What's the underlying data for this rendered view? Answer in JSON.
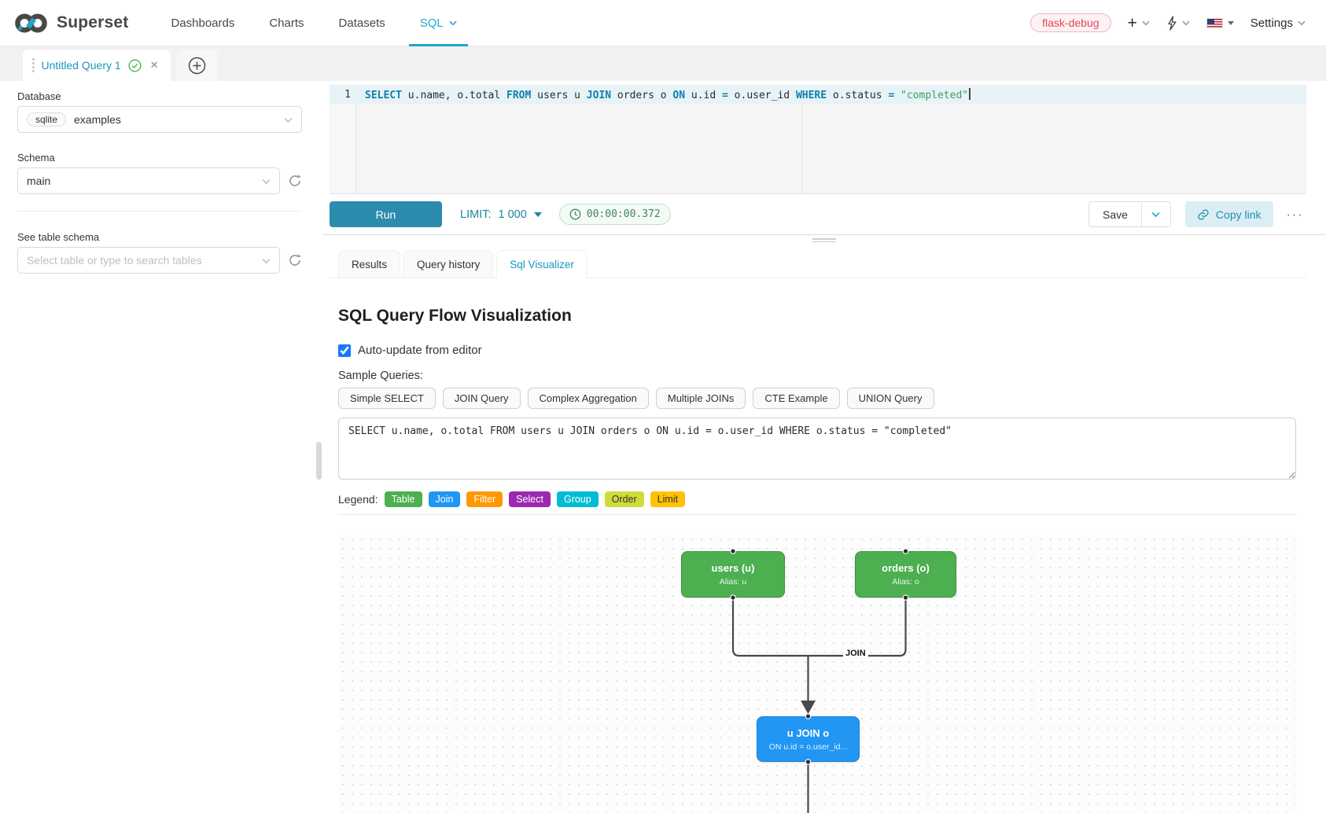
{
  "colors": {
    "accent": "#20a7c9",
    "run_button": "#2d8bad",
    "node_table": "#4caf50",
    "node_join": "#2196f3",
    "keyword": "#0e7fae",
    "string": "#3f9e5f"
  },
  "header": {
    "brand": "Superset",
    "nav_items": [
      "Dashboards",
      "Charts",
      "Datasets",
      "SQL"
    ],
    "active_nav": "SQL",
    "env_badge": "flask-debug",
    "plus_label": "+",
    "settings_label": "Settings"
  },
  "editor_tabs": {
    "active_tab": "Untitled Query 1"
  },
  "sidebar": {
    "database_label": "Database",
    "database_engine_badge": "sqlite",
    "database_value": "examples",
    "schema_label": "Schema",
    "schema_value": "main",
    "table_section_label": "See table schema",
    "table_placeholder": "Select table or type to search tables"
  },
  "sql_editor": {
    "line_number": "1",
    "tokens": [
      {
        "text": "SELECT",
        "type": "keyword"
      },
      {
        "text": " u.name, o.total ",
        "type": "plain"
      },
      {
        "text": "FROM",
        "type": "keyword"
      },
      {
        "text": " users u ",
        "type": "plain"
      },
      {
        "text": "JOIN",
        "type": "keyword"
      },
      {
        "text": " orders o ",
        "type": "plain"
      },
      {
        "text": "ON",
        "type": "keyword"
      },
      {
        "text": " u.id ",
        "type": "plain"
      },
      {
        "text": "=",
        "type": "operator"
      },
      {
        "text": " o.user_id ",
        "type": "plain"
      },
      {
        "text": "WHERE",
        "type": "keyword"
      },
      {
        "text": " o.status ",
        "type": "plain"
      },
      {
        "text": "=",
        "type": "operator"
      },
      {
        "text": " ",
        "type": "plain"
      },
      {
        "text": "\"completed\"",
        "type": "string"
      }
    ]
  },
  "toolbar": {
    "run_label": "Run",
    "limit_label": "LIMIT:",
    "limit_value": "1 000",
    "timer": "00:00:00.372",
    "save_label": "Save",
    "copy_link_label": "Copy link",
    "more_label": "···"
  },
  "result_tabs": {
    "tabs": [
      "Results",
      "Query history",
      "Sql Visualizer"
    ],
    "active": "Sql Visualizer"
  },
  "visualizer": {
    "title": "SQL Query Flow Visualization",
    "auto_update_label": "Auto-update from editor",
    "auto_update_checked": true,
    "sample_queries_label": "Sample Queries:",
    "sample_queries": [
      "Simple SELECT",
      "JOIN Query",
      "Complex Aggregation",
      "Multiple JOINs",
      "CTE Example",
      "UNION Query"
    ],
    "query_text": "SELECT u.name, o.total FROM users u JOIN orders o ON u.id = o.user_id WHERE o.status = \"completed\"",
    "legend_label": "Legend:",
    "legend": [
      {
        "label": "Table",
        "color": "#4caf50",
        "text": "#ffffff"
      },
      {
        "label": "Join",
        "color": "#2196f3",
        "text": "#ffffff"
      },
      {
        "label": "Filter",
        "color": "#ff9800",
        "text": "#ffffff"
      },
      {
        "label": "Select",
        "color": "#9c27b0",
        "text": "#ffffff"
      },
      {
        "label": "Group",
        "color": "#00bcd4",
        "text": "#ffffff"
      },
      {
        "label": "Order",
        "color": "#cddc39",
        "text": "#333333"
      },
      {
        "label": "Limit",
        "color": "#ffc107",
        "text": "#333333"
      }
    ],
    "diagram": {
      "edge_label": "JOIN",
      "nodes": [
        {
          "title": "users (u)",
          "subtitle": "Alias: u",
          "type": "table"
        },
        {
          "title": "orders (o)",
          "subtitle": "Alias: o",
          "type": "table"
        },
        {
          "title": "u JOIN o",
          "subtitle": "ON u.id = o.user_id...",
          "type": "join"
        }
      ]
    }
  }
}
